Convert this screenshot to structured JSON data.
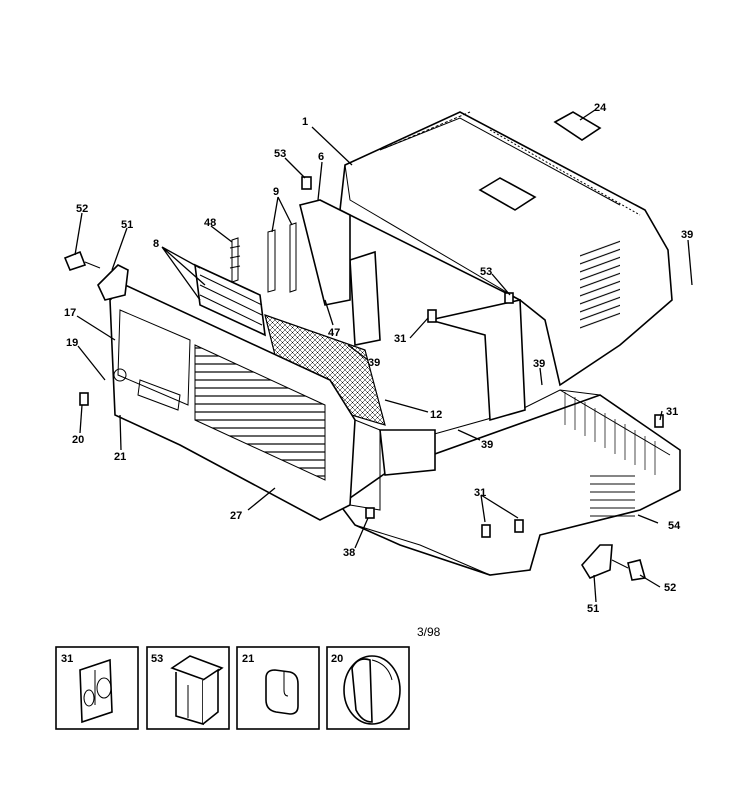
{
  "callouts": [
    "1",
    "24",
    "53",
    "6",
    "9",
    "48",
    "8",
    "52",
    "51",
    "17",
    "19",
    "20",
    "21",
    "47",
    "53",
    "31",
    "39",
    "39",
    "39",
    "12",
    "39",
    "31",
    "31",
    "27",
    "38",
    "54",
    "52",
    "51"
  ],
  "date_code": "3/98",
  "detail_boxes": [
    {
      "label": "31",
      "icon": "bracket-clip-icon"
    },
    {
      "label": "53",
      "icon": "slide-clip-icon"
    },
    {
      "label": "21",
      "icon": "plug-icon"
    },
    {
      "label": "20",
      "icon": "knob-icon"
    }
  ]
}
